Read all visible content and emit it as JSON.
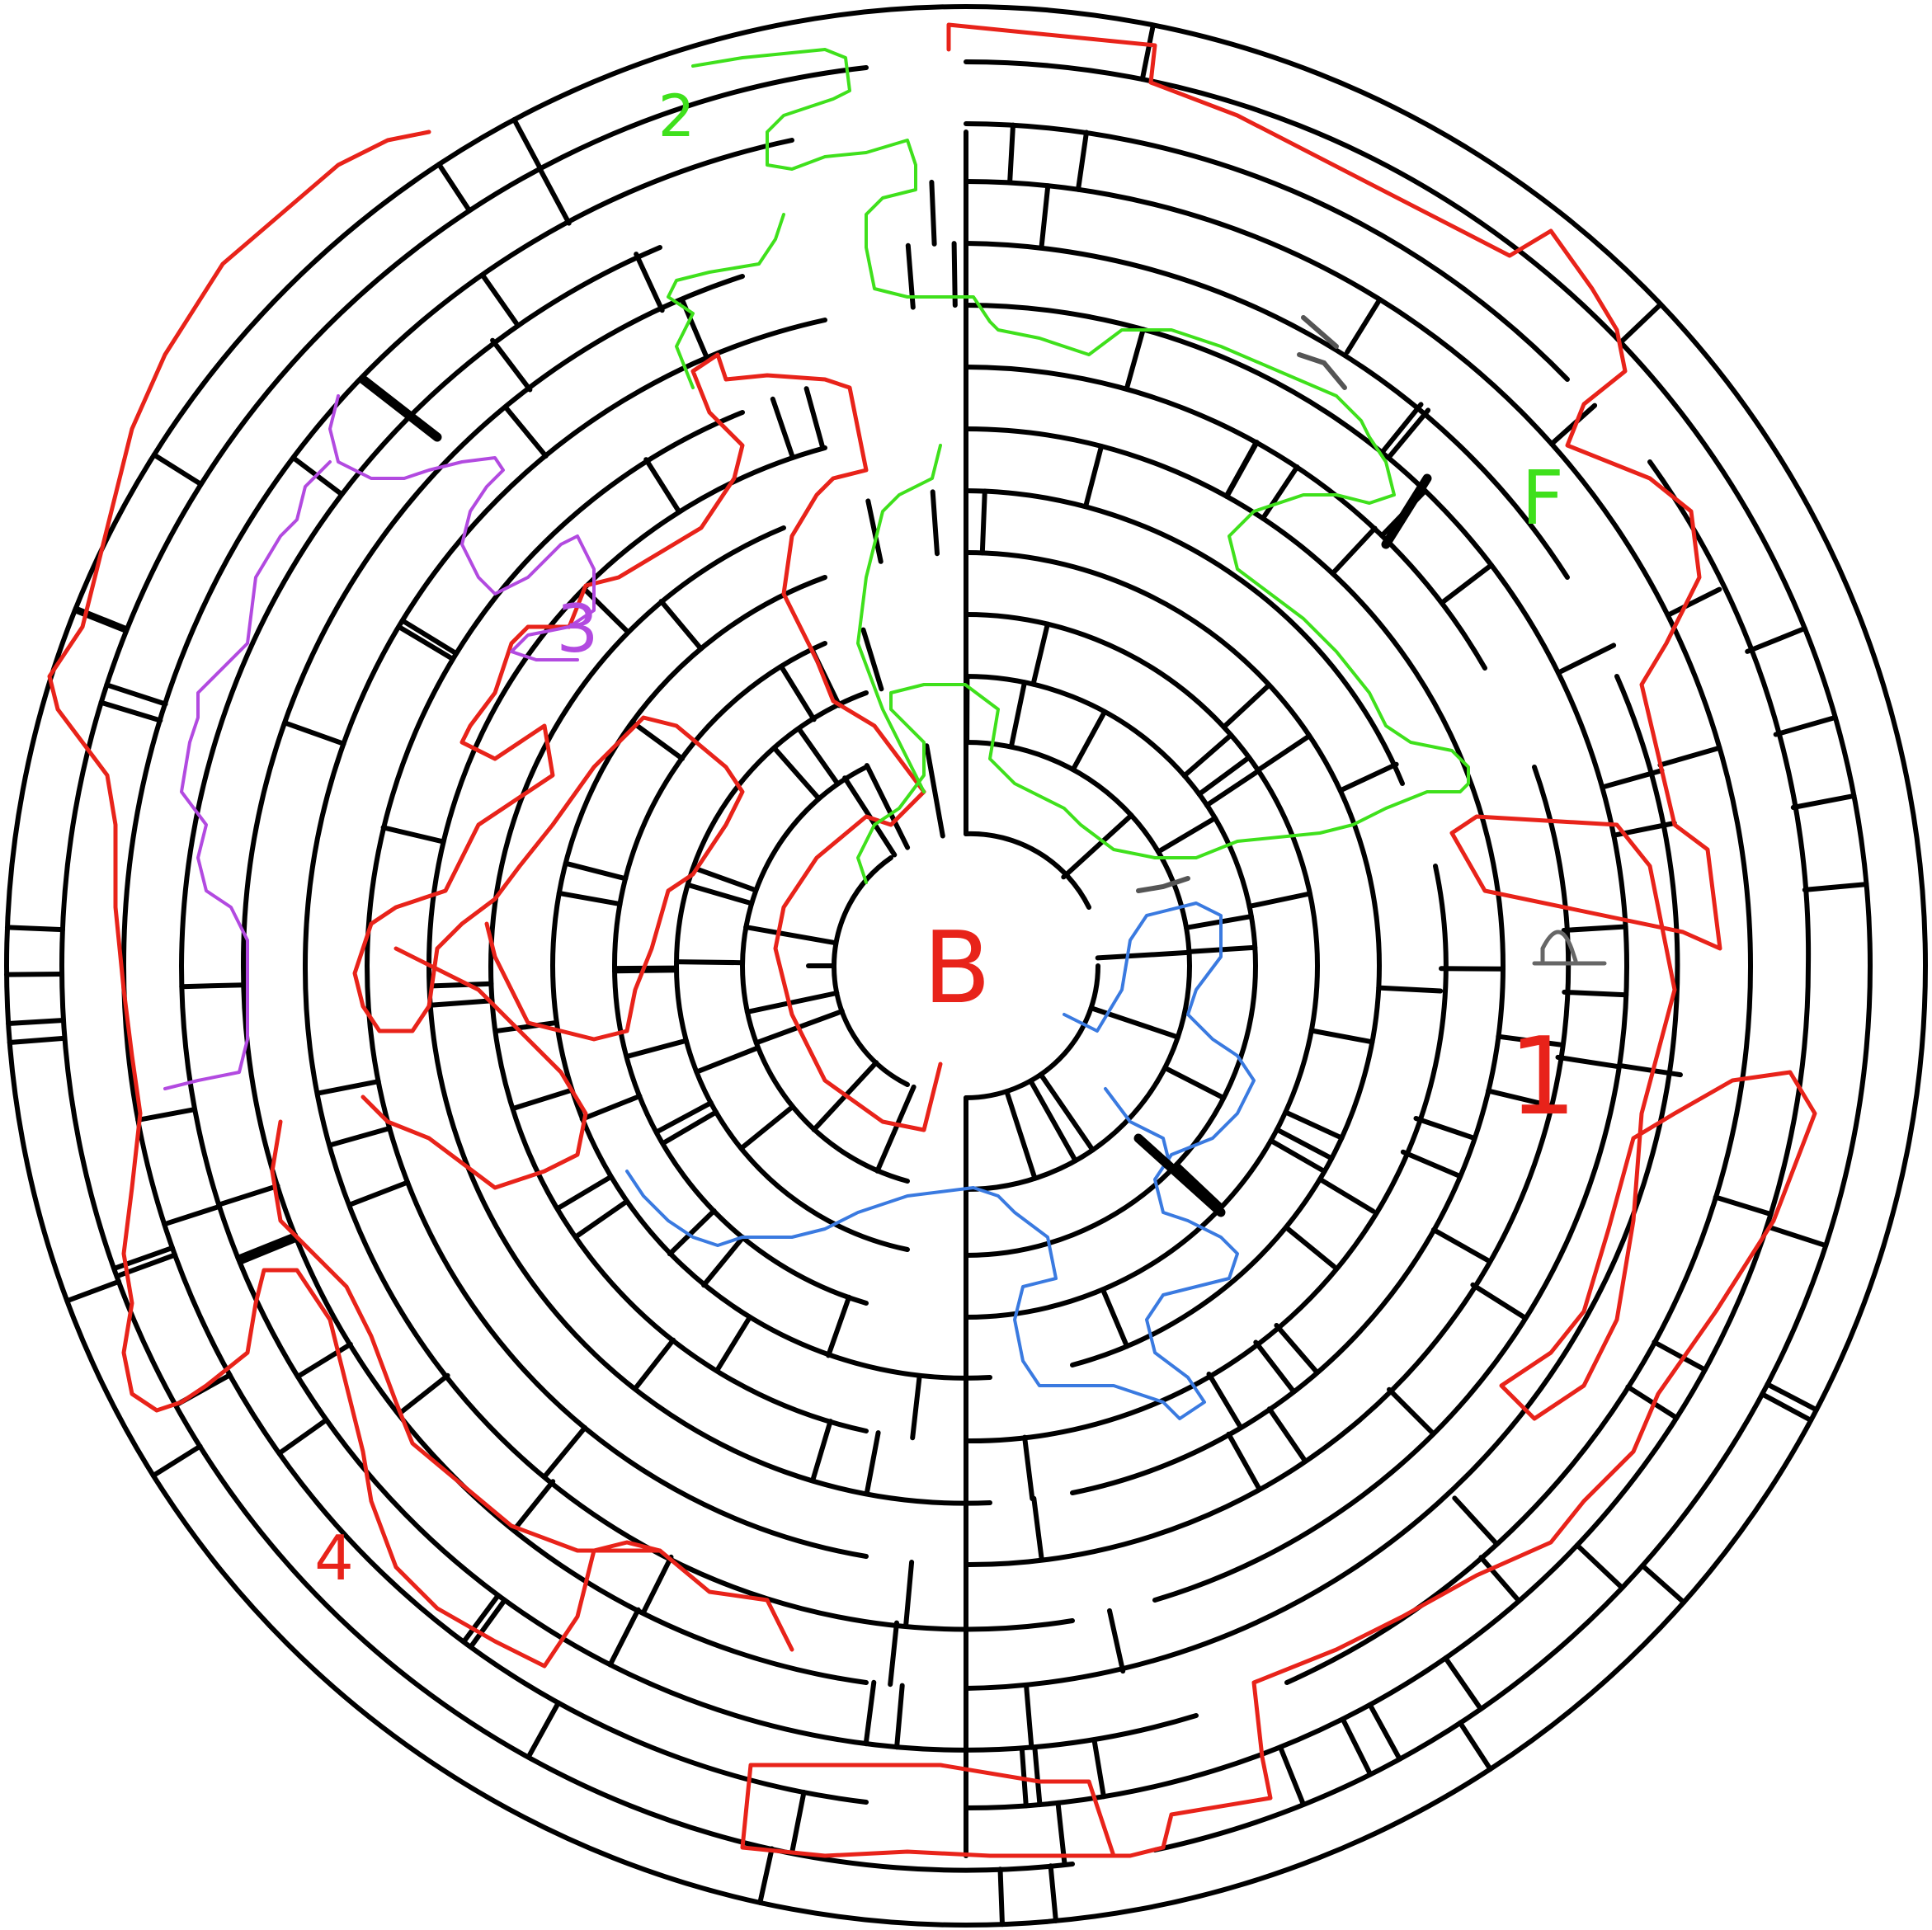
{
  "maze": {
    "center_label": "B",
    "path_labels": [
      {
        "id": "route-1",
        "text": "1",
        "color": "#e02020"
      },
      {
        "id": "route-2",
        "text": "2",
        "color": "#33dd11"
      },
      {
        "id": "route-3",
        "text": "3",
        "color": "#b040e0"
      },
      {
        "id": "route-4",
        "text": "4",
        "color": "#e02020"
      },
      {
        "id": "route-F",
        "text": "F",
        "color": "#33dd11"
      }
    ],
    "start_marker_icon": "door-arch-icon",
    "colors": {
      "wall": "#000000",
      "red_path": "#e8231a",
      "green_path": "#3fe01c",
      "purple_path": "#b24ae0",
      "blue_path": "#3a7ae0",
      "marker_gray": "#555555"
    }
  }
}
